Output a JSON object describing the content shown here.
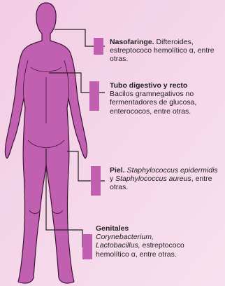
{
  "colors": {
    "background": "#f2cde4",
    "background_light": "#f8e1ee",
    "body_fill": "#c15fb0",
    "body_outline": "#3b1436",
    "connector": "#222222",
    "box": "#c15fb0"
  },
  "labels": {
    "nasofaringe": {
      "title": "Nasofaringe.",
      "text": " Difteroides, estreptococo hemolítico α, entre otras."
    },
    "tubo": {
      "title": "Tubo digestivo y recto",
      "text": "Bacilos gramnegativos no fermentadores de glucosa, enterococos, entre otras."
    },
    "piel": {
      "title": "Piel.",
      "italic1": " Staphylococcus epidermidis",
      "mid": " y ",
      "italic2": "Staphylococcus aureus",
      "tail": ", entre otras."
    },
    "genitales": {
      "title": "Genitales",
      "italic": "Corynebacterium, Lactobacillus,",
      "text": " estreptococo hemolítico α, entre otras."
    }
  }
}
